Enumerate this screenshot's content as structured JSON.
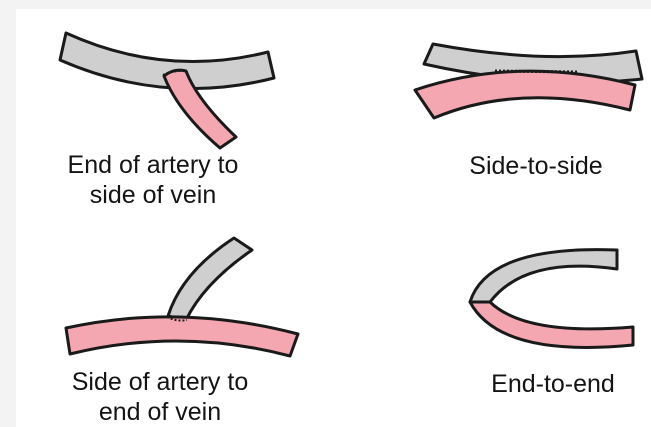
{
  "figure": {
    "colors": {
      "vein": "#cfcfcf",
      "artery": "#f4a7b1",
      "outline": "#1a1a1a",
      "suture": "#1a1a1a",
      "background": "#ffffff"
    },
    "panels": [
      {
        "id": "end-artery-side-vein",
        "caption_lines": [
          "End of artery to",
          "side of vein"
        ]
      },
      {
        "id": "side-to-side",
        "caption_lines": [
          "Side-to-side"
        ]
      },
      {
        "id": "side-artery-end-vein",
        "caption_lines": [
          "Side of artery to",
          "end of vein"
        ]
      },
      {
        "id": "end-to-end",
        "caption_lines": [
          "End-to-end"
        ]
      }
    ]
  }
}
